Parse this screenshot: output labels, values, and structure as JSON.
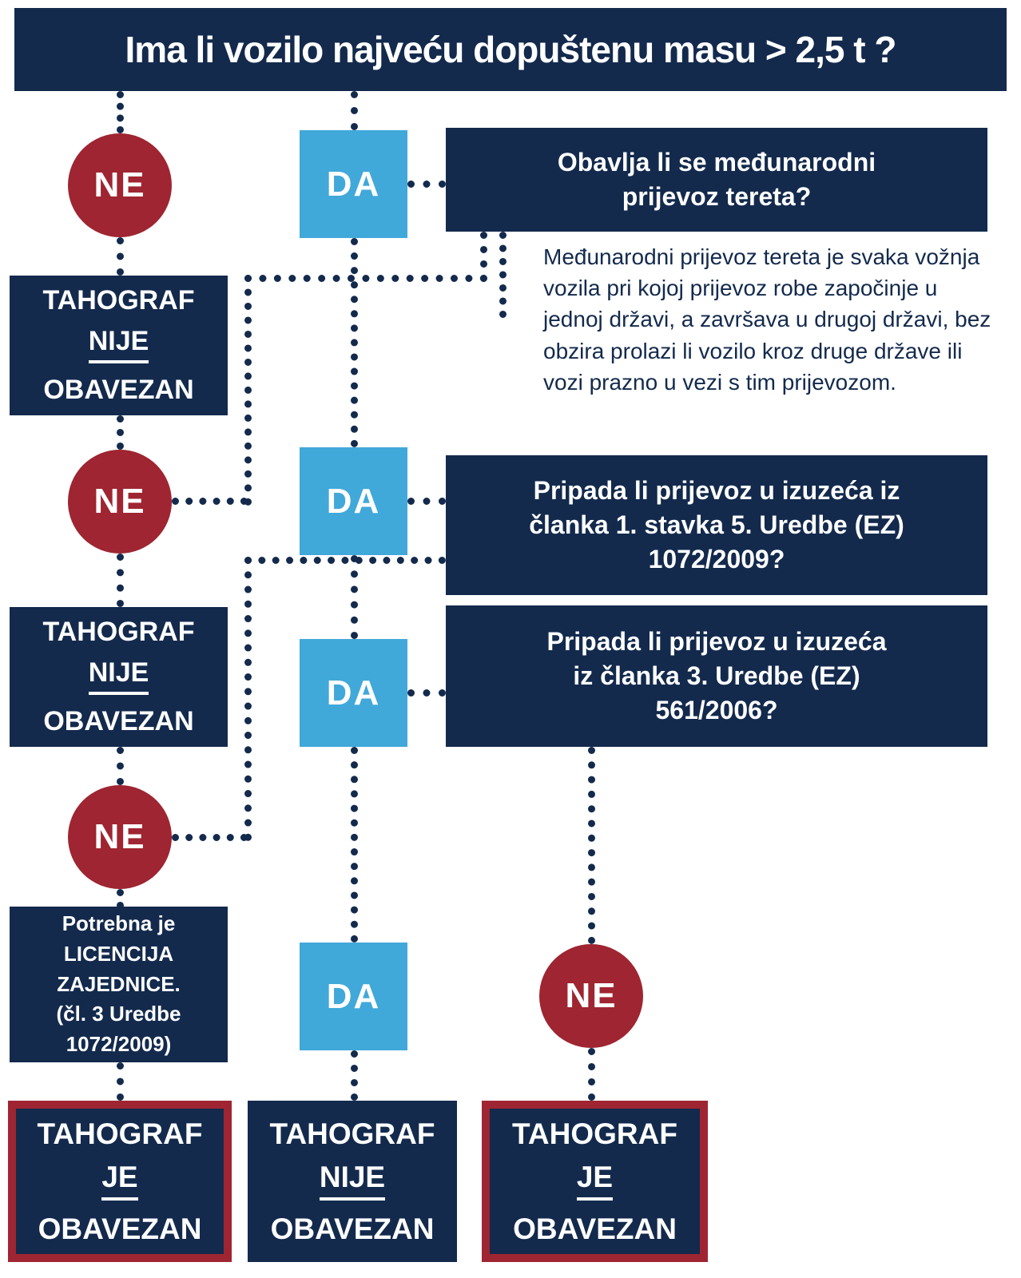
{
  "colors": {
    "navy": "#132a4d",
    "red": "#9e2531",
    "blue": "#41a8da",
    "background": "#ffffff"
  },
  "title": "Ima li vozilo najveću dopuštenu masu > 2,5 t ?",
  "labels": {
    "yes": "DA",
    "no": "NE"
  },
  "questions": {
    "q1": "Obavlja li se međunarodni\nprijevoz tereta?",
    "q2": "Pripada li prijevoz u izuzeća iz\nčlanka 1. stavka 5. Uredbe (EZ)\n1072/2009?",
    "q3": "Pripada li prijevoz u izuzeća\niz članka 3. Uredbe (EZ)\n561/2006?"
  },
  "explanation": "Međunarodni prijevoz tereta je svaka vožnja vozila pri kojoj prijevoz robe započinje u jednoj državi, a završava u drugoj državi, bez obzira prolazi li vozilo kroz druge države ili vozi prazno u vezi s tim prijevozom.",
  "results": {
    "not_required": {
      "l1": "TAHOGRAF",
      "l2": "NIJE",
      "l3": "OBAVEZAN"
    },
    "required": {
      "l1": "TAHOGRAF",
      "l2": "JE",
      "l3": "OBAVEZAN"
    },
    "licence": "Potrebna je\nLICENCIJA\nZAJEDNICE.\n(čl. 3 Uredbe\n1072/2009)"
  }
}
